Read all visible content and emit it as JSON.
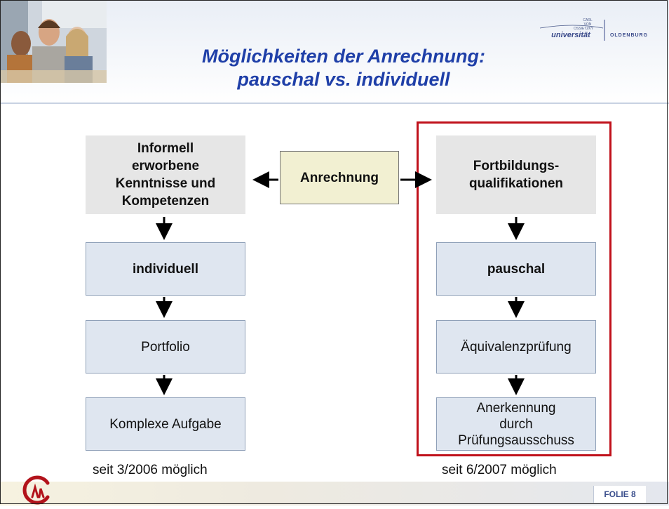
{
  "header": {
    "title_line1": "Möglichkeiten der Anrechnung:",
    "title_line2": "pauschal vs. individuell",
    "logo": {
      "small_1": "CARL",
      "small_2": "VON",
      "small_3": "OSSIETZKY",
      "word": "universität",
      "city": "OLDENBURG"
    }
  },
  "diagram": {
    "center_label": "Anrechnung",
    "left": {
      "top_lines": [
        "Informell",
        "erworbene",
        "Kenntnisse und",
        "Kompetenzen"
      ],
      "step1": "individuell",
      "step2": "Portfolio",
      "step3": "Komplexe Aufgabe",
      "caption": "seit 3/2006 möglich"
    },
    "right": {
      "top_lines": [
        "Fortbildungs-",
        "qualifikationen"
      ],
      "step1": "pauschal",
      "step2": "Äquivalenzprüfung",
      "step3_lines": [
        "Anerkennung",
        "durch",
        "Prüfungsausschuss"
      ],
      "caption": "seit 6/2007 möglich"
    }
  },
  "footer": {
    "slide_label": "FOLIE 8"
  },
  "colors": {
    "title": "#1f3fa8",
    "highlight_frame": "#c0111b",
    "grey_box": "#e6e6e6",
    "blue_box": "#dfe6f0",
    "center_box": "#f2f0d2"
  }
}
